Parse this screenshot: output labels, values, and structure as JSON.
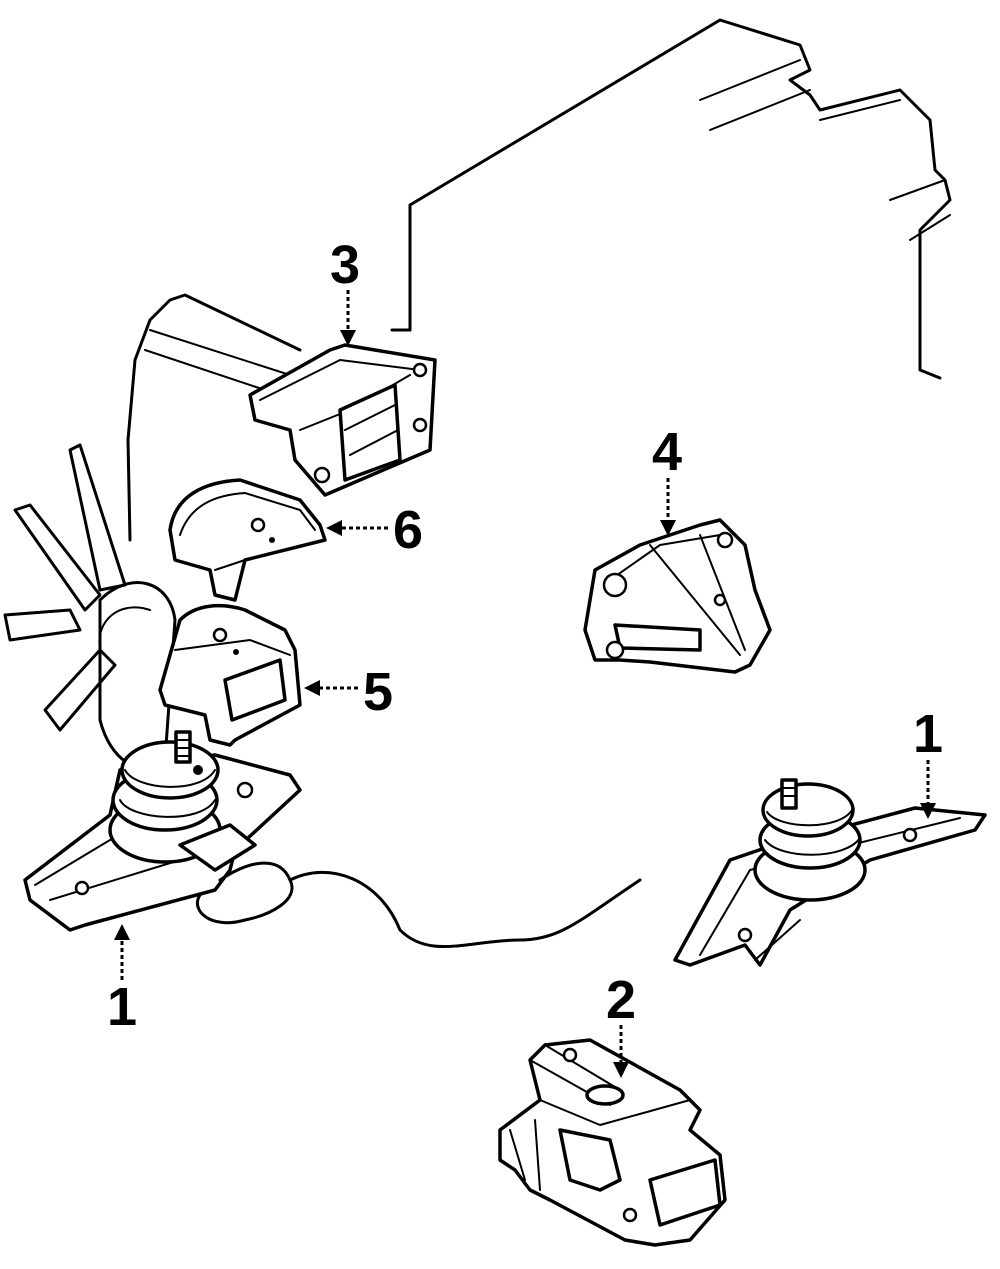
{
  "callouts": [
    {
      "id": "c1a",
      "label": "1"
    },
    {
      "id": "c1b",
      "label": "1"
    },
    {
      "id": "c2",
      "label": "2"
    },
    {
      "id": "c3",
      "label": "3"
    },
    {
      "id": "c4",
      "label": "4"
    },
    {
      "id": "c5",
      "label": "5"
    },
    {
      "id": "c6",
      "label": "6"
    }
  ]
}
